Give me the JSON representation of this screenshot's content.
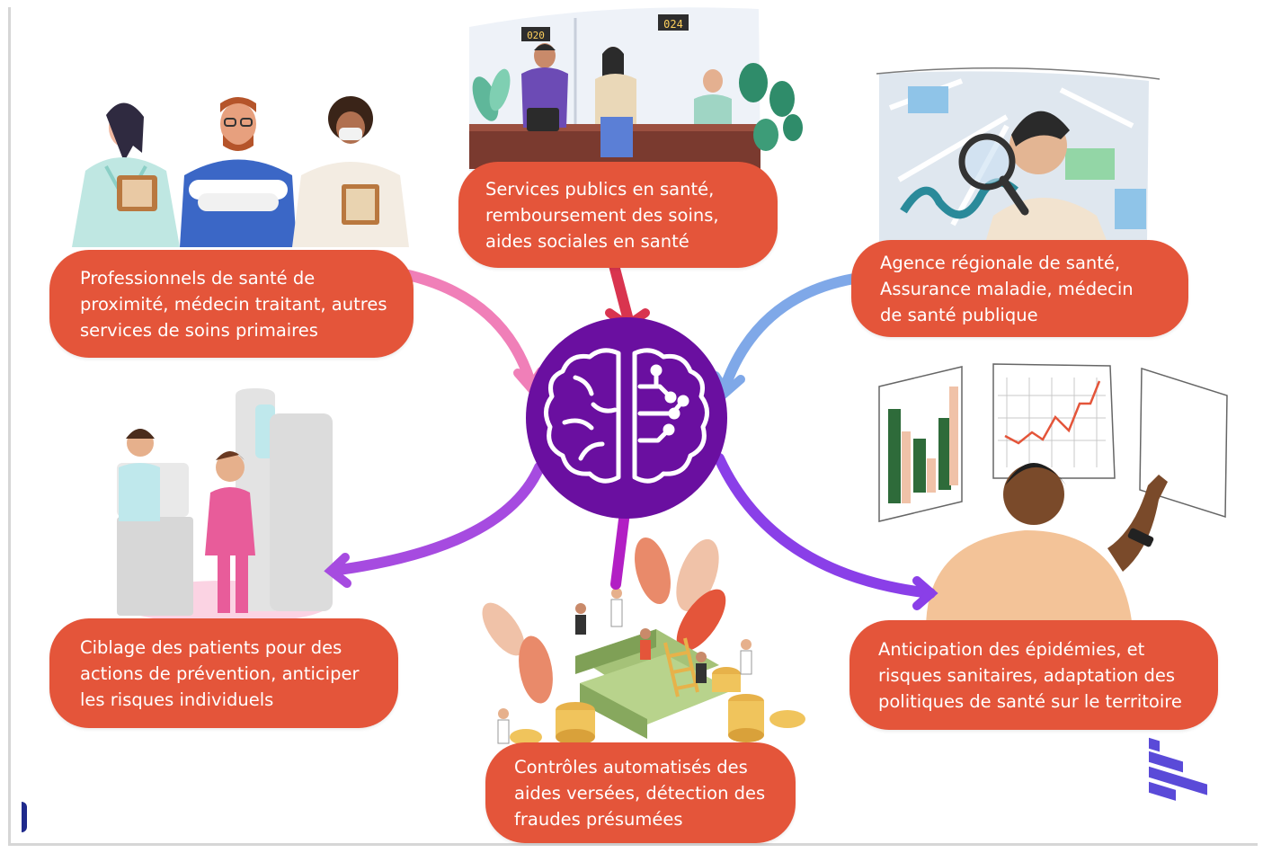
{
  "hub": {
    "icon": "brain-circuit-icon",
    "color": "#6a0fa0"
  },
  "nodes": [
    {
      "id": "top-left",
      "lines": [
        "Professionnels de santé de",
        "proximité, médecin traitant, autres",
        "services de soins primaires"
      ],
      "illustration": "health-professionals-illustration",
      "connector_color": "#f07fb8"
    },
    {
      "id": "top-center",
      "lines": [
        "Services publics en santé,",
        "remboursement des soins,",
        "aides sociales en santé"
      ],
      "illustration": "public-service-counter-illustration",
      "connector_color": "#d9344f"
    },
    {
      "id": "top-right",
      "lines": [
        "Agence régionale de santé,",
        "Assurance maladie, médecin",
        "de santé publique"
      ],
      "illustration": "map-magnifier-illustration",
      "connector_color": "#7fa8e8"
    },
    {
      "id": "bottom-left",
      "lines": [
        "Ciblage des patients pour des",
        "actions de prévention, anticiper",
        "les risques individuels"
      ],
      "illustration": "mammography-illustration",
      "connector_color": "#a64be0"
    },
    {
      "id": "bottom-center",
      "lines": [
        "Contrôles automatisés des",
        "aides versées, détection des",
        "fraudes présumées"
      ],
      "illustration": "money-coins-illustration",
      "connector_color": "#b21fc4"
    },
    {
      "id": "bottom-right",
      "lines": [
        "Anticipation des épidémies, et",
        "risques sanitaires, adaptation des",
        "politiques de santé sur le territoire"
      ],
      "illustration": "analyst-charts-illustration",
      "connector_color": "#8a3fe8"
    }
  ],
  "counter_numbers": [
    "020",
    "024"
  ],
  "palette": {
    "bubble": "#e4553a",
    "bubble_text": "#ffffff",
    "hub": "#6a0fa0"
  }
}
